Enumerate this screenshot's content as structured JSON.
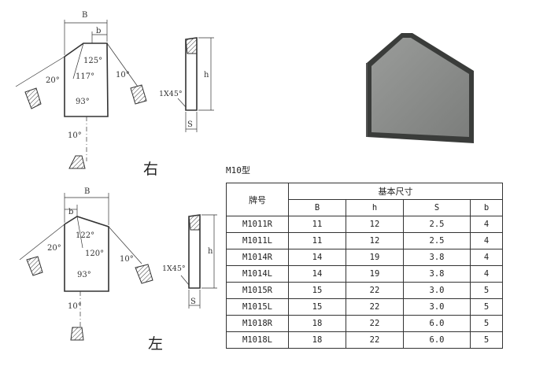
{
  "drawing_labels": {
    "B": "B",
    "b": "b",
    "h": "h",
    "S": "S",
    "chamfer": "1X45°",
    "right_angles": [
      "125°",
      "117°",
      "93°",
      "20°",
      "10°",
      "10°"
    ],
    "left_angles": [
      "122°",
      "120°",
      "93°",
      "20°",
      "10°",
      "10°"
    ]
  },
  "side_labels": {
    "right": "右",
    "left": "左"
  },
  "model_title": "M10型",
  "table": {
    "headers": {
      "brand": "牌号",
      "dims": "基本尺寸",
      "B": "B",
      "h": "h",
      "S": "S",
      "b": "b"
    },
    "rows": [
      {
        "model": "M1011R",
        "B": "11",
        "h": "12",
        "S": "2.5",
        "b": "4"
      },
      {
        "model": "M1011L",
        "B": "11",
        "h": "12",
        "S": "2.5",
        "b": "4"
      },
      {
        "model": "M1014R",
        "B": "14",
        "h": "19",
        "S": "3.8",
        "b": "4"
      },
      {
        "model": "M1014L",
        "B": "14",
        "h": "19",
        "S": "3.8",
        "b": "4"
      },
      {
        "model": "M1015R",
        "B": "15",
        "h": "22",
        "S": "3.0",
        "b": "5"
      },
      {
        "model": "M1015L",
        "B": "15",
        "h": "22",
        "S": "3.0",
        "b": "5"
      },
      {
        "model": "M1018R",
        "B": "18",
        "h": "22",
        "S": "6.0",
        "b": "5"
      },
      {
        "model": "M1018L",
        "B": "18",
        "h": "22",
        "S": "6.0",
        "b": "5"
      }
    ]
  },
  "colors": {
    "line": "#333333",
    "photo_face": "#8a8c8a",
    "photo_edge": "#3a3c3a"
  }
}
